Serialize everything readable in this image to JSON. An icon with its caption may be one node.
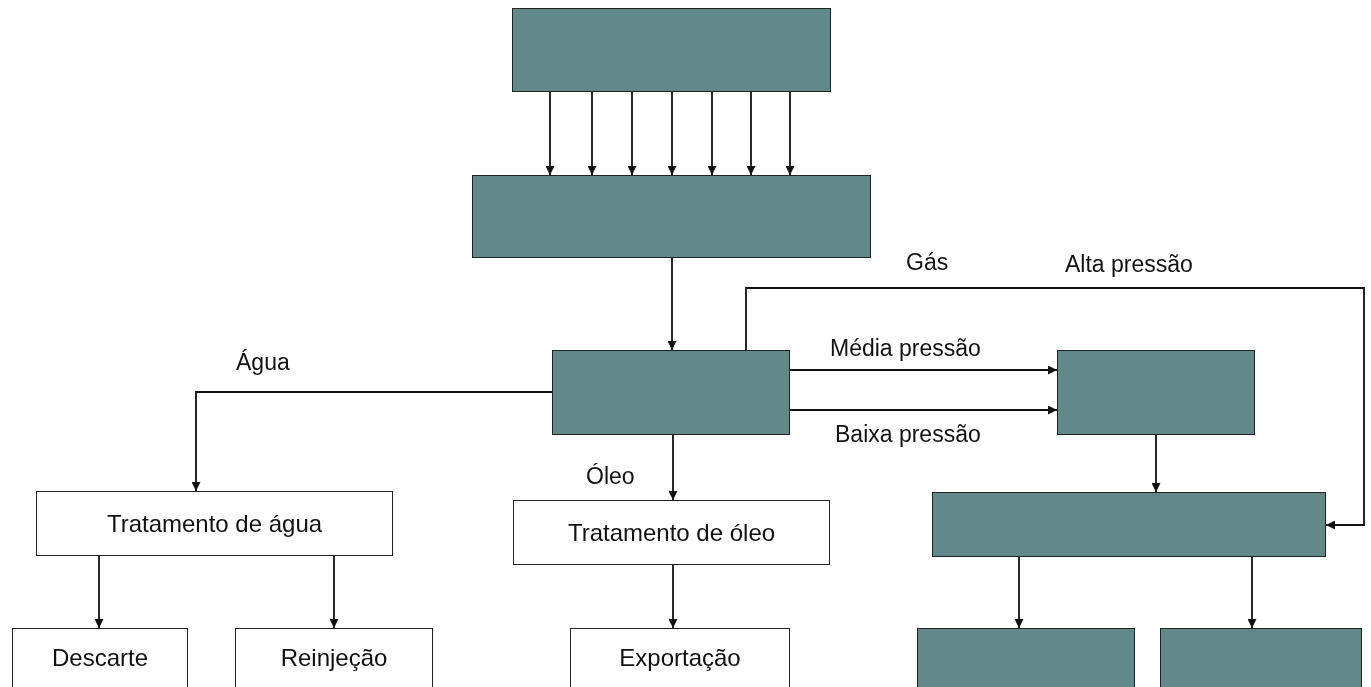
{
  "diagram": {
    "nodes": [
      {
        "text": [],
        "shape": "box"
      },
      {
        "text": [],
        "shape": "box"
      },
      {
        "text": [],
        "shape": "box"
      },
      {
        "text": [],
        "shape": "box"
      },
      {
        "text": [],
        "shape": "box"
      },
      {
        "text": [],
        "shape": "box"
      },
      {
        "text": [],
        "shape": "box"
      },
      {
        "text": [
          "Tratamento de água"
        ]
      },
      {
        "text": [
          "Tratamento de óleo"
        ]
      },
      {
        "text": [
          "Descarte"
        ]
      },
      {
        "text": [
          "Reinjeção"
        ]
      },
      {
        "text": [
          "Exportação"
        ]
      }
    ],
    "edges": [
      {
        "from": 0,
        "to": 1,
        "arrow": "to"
      },
      {
        "from": 0,
        "to": 1,
        "arrow": "to"
      },
      {
        "from": 0,
        "to": 1,
        "arrow": "to"
      },
      {
        "from": 0,
        "to": 1,
        "arrow": "to"
      },
      {
        "from": 0,
        "to": 1,
        "arrow": "to"
      },
      {
        "from": 0,
        "to": 1,
        "arrow": "to"
      },
      {
        "from": 0,
        "to": 1,
        "arrow": "to"
      },
      {
        "from": 1,
        "to": 2,
        "arrow": "to"
      },
      {
        "from": 2,
        "to": 7,
        "arrow": "to",
        "label": "Água"
      },
      {
        "from": 2,
        "to": 8,
        "arrow": "to",
        "label": "Óleo"
      },
      {
        "from": 2,
        "to": 3,
        "arrow": "to",
        "label": "Média pressão"
      },
      {
        "from": 2,
        "to": 3,
        "arrow": "to",
        "label": "Baixa pressão"
      },
      {
        "from": 2,
        "to": 4,
        "arrow": "to",
        "label": "Alta pressão"
      },
      {
        "from": 3,
        "to": 4,
        "arrow": "to"
      },
      {
        "from": 4,
        "to": 5,
        "arrow": "to"
      },
      {
        "from": 4,
        "to": 6,
        "arrow": "to"
      },
      {
        "from": 7,
        "to": 9,
        "arrow": "to"
      },
      {
        "from": 7,
        "to": 10,
        "arrow": "to"
      },
      {
        "from": 8,
        "to": 11,
        "arrow": "to"
      }
    ],
    "labels": [
      "Gás"
    ]
  }
}
